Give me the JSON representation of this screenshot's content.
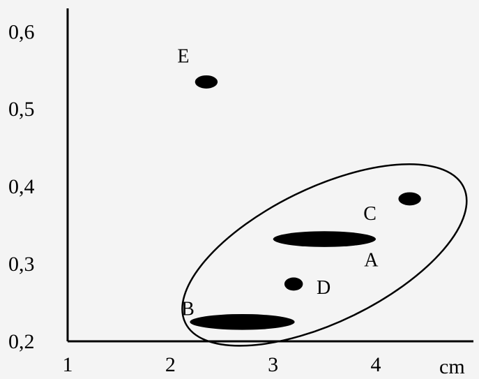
{
  "chart_data": {
    "type": "scatter",
    "title": "",
    "xlabel": "cm",
    "ylabel": "",
    "xlim": [
      1,
      4.95
    ],
    "ylim": [
      0.2,
      0.63
    ],
    "grid": false,
    "x_ticks": [
      {
        "value": 1,
        "label": "1"
      },
      {
        "value": 2,
        "label": "2"
      },
      {
        "value": 3,
        "label": "3"
      },
      {
        "value": 4,
        "label": "4"
      }
    ],
    "y_ticks": [
      {
        "value": 0.2,
        "label": "0,2"
      },
      {
        "value": 0.3,
        "label": "0,3"
      },
      {
        "value": 0.4,
        "label": "0,4"
      },
      {
        "value": 0.5,
        "label": "0,5"
      },
      {
        "value": 0.6,
        "label": "0,6"
      }
    ],
    "points": [
      {
        "label": "E",
        "x": 2.35,
        "y": 0.535,
        "x_spread": 0.11,
        "y_spread": 0.0085
      },
      {
        "label": "C",
        "x": 4.33,
        "y": 0.384,
        "x_spread": 0.11,
        "y_spread": 0.0085
      },
      {
        "label": "A",
        "x": 3.5,
        "y": 0.332,
        "x_spread": 0.5,
        "y_spread": 0.0102
      },
      {
        "label": "D",
        "x": 3.2,
        "y": 0.274,
        "x_spread": 0.09,
        "y_spread": 0.0085
      },
      {
        "label": "B",
        "x": 2.7,
        "y": 0.225,
        "x_spread": 0.51,
        "y_spread": 0.0102
      }
    ],
    "group_ellipse": {
      "members": [
        "A",
        "B",
        "C",
        "D"
      ]
    },
    "colors": {
      "axis": "#000000",
      "marker": "#000000",
      "background": "#f4f4f4"
    }
  }
}
